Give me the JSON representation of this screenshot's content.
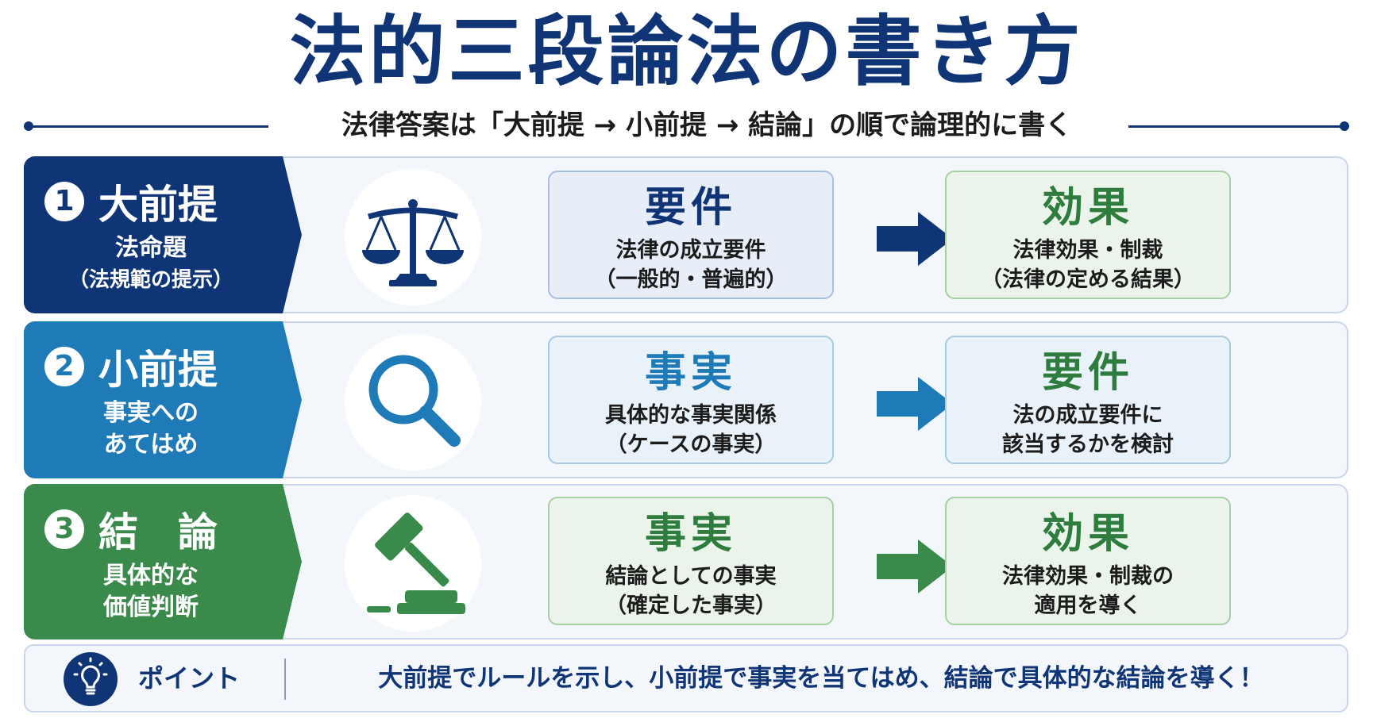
{
  "title": "法的三段論法の書き方",
  "subtitle": "法律答案は「大前提 → 小前提 → 結論」の順で論理的に書く",
  "rows": [
    {
      "number": "1",
      "heading": "大前提",
      "sub_line1": "法命題",
      "sub_line2": "（法規範の提示）",
      "icon": "scales-icon",
      "box_a": {
        "title": "要件",
        "line1": "法律の成立要件",
        "line2": "（一般的・普遍的）"
      },
      "box_b": {
        "title": "効果",
        "line1": "法律効果・制裁",
        "line2": "（法律の定める結果）"
      }
    },
    {
      "number": "2",
      "heading": "小前提",
      "sub_line1": "事実への",
      "sub_line2": "あてはめ",
      "icon": "magnifier-icon",
      "box_a": {
        "title": "事実",
        "line1": "具体的な事実関係",
        "line2": "（ケースの事実）"
      },
      "box_b": {
        "title": "要件",
        "line1": "法の成立要件に",
        "line2": "該当するかを検討"
      }
    },
    {
      "number": "3",
      "heading": "結　論",
      "sub_line1": "具体的な",
      "sub_line2": "価値判断",
      "icon": "gavel-icon",
      "box_a": {
        "title": "事実",
        "line1": "結論としての事実",
        "line2": "（確定した事実）"
      },
      "box_b": {
        "title": "効果",
        "line1": "法律効果・制裁の",
        "line2": "適用を導く"
      }
    }
  ],
  "point": {
    "icon": "lightbulb-icon",
    "label": "ポイント",
    "text": "大前提でルールを示し、小前提で事実を当てはめ、結論で具体的な結論を導く！"
  },
  "colors": {
    "navy": "#0f3577",
    "blue": "#1f7bb8",
    "green": "#3a8a4c"
  }
}
